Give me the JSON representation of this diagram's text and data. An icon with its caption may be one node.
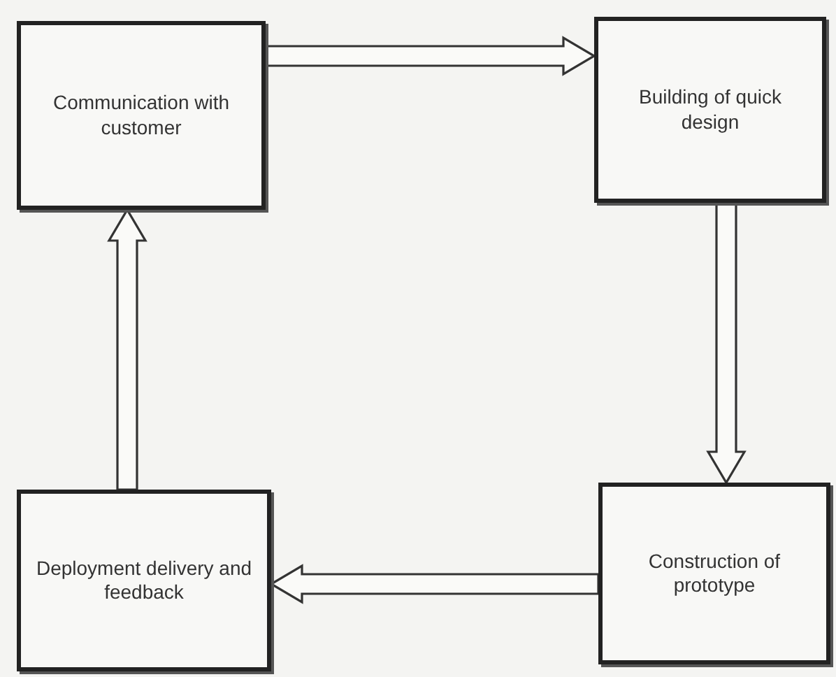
{
  "diagram": {
    "nodes": [
      {
        "text": [
          "Communication with customer"
        ]
      },
      {
        "text": [
          "Building of quick design"
        ]
      },
      {
        "text": [
          "Construction of prototype"
        ]
      },
      {
        "text": [
          "Deployment delivery and feedback"
        ]
      }
    ],
    "edges": [
      {
        "from": 0,
        "to": 1,
        "arrow": "to"
      },
      {
        "from": 1,
        "to": 2,
        "arrow": "to"
      },
      {
        "from": 2,
        "to": 3,
        "arrow": "to"
      },
      {
        "from": 3,
        "to": 0,
        "arrow": "to"
      }
    ]
  }
}
